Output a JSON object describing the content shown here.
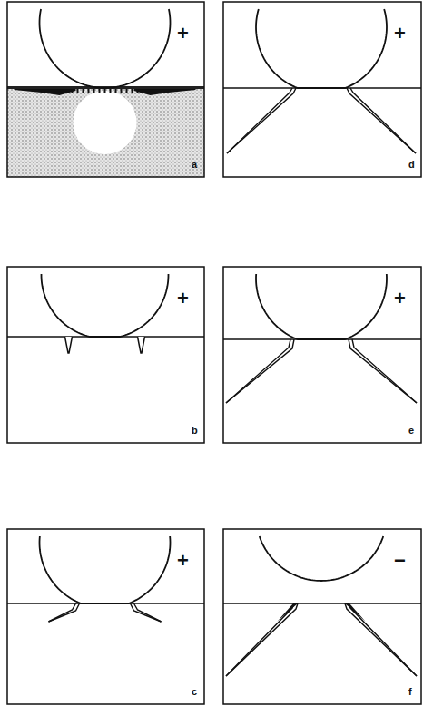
{
  "diagram": {
    "labels": [
      "+",
      "a",
      "+",
      "d",
      "+",
      "b",
      "+",
      "e",
      "+",
      "c",
      "−",
      "f"
    ]
  }
}
